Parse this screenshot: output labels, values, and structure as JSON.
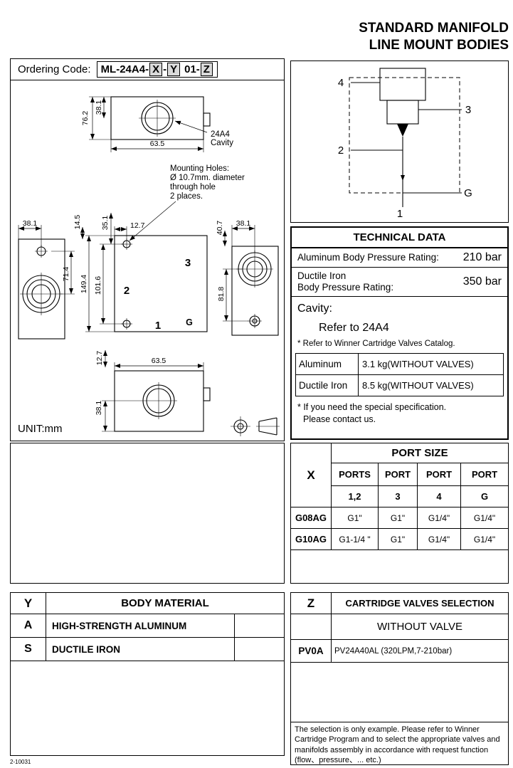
{
  "page": {
    "title_line1": "STANDARD MANIFOLD",
    "title_line2": "LINE MOUNT BODIES",
    "unit": "UNIT:mm",
    "footer": "2-10031"
  },
  "ordering": {
    "label": "Ordering Code:",
    "prefix": "ML-24A4-",
    "x": "X",
    "dash1": "-",
    "y": "Y",
    "mid": "01-",
    "z": "Z"
  },
  "drawing": {
    "cavity_line1": "24A4",
    "cavity_line2": "Cavity",
    "mounting_note": [
      "Mounting Holes:",
      "Ø 10.7mm. diameter",
      "through hole",
      "2 places."
    ],
    "dims": {
      "top_height": "76.2",
      "top_center": "38.1",
      "top_width": "63.5",
      "left_width": "38.1",
      "front_hole_top": "14.5",
      "front_hole_side": "35.1",
      "front_hole_x": "12.7",
      "right_offset": "40.7",
      "right_width": "38.1",
      "left_center": "71.4",
      "front_height": "149.4",
      "front_center": "101.6",
      "right_center": "81.8",
      "bottom_hole": "12.7",
      "bottom_width": "63.5",
      "bottom_center": "38.1"
    },
    "ports": {
      "p1": "1",
      "p2": "2",
      "p3": "3",
      "pg": "G"
    }
  },
  "schematic": {
    "ports": {
      "p4": "4",
      "p3": "3",
      "p2": "2",
      "pg": "G",
      "p1": "1"
    }
  },
  "technical": {
    "header": "TECHNICAL DATA",
    "row1_label": "Aluminum Body Pressure Rating:",
    "row1_value": "210 bar",
    "row2_label_line1": "Ductile Iron",
    "row2_label_line2": "Body Pressure Rating:",
    "row2_value": "350 bar",
    "cavity_label": "Cavity:",
    "cavity_value": "Refer to 24A4",
    "cavity_note": "* Refer to Winner Cartridge Valves Catalog.",
    "weights": [
      {
        "material": "Aluminum",
        "value": "3.1 kg(WITHOUT VALVES)"
      },
      {
        "material": "Ductile Iron",
        "value": "8.5 kg(WITHOUT VALVES)"
      }
    ],
    "footnote_line1": "* If you need the special specification.",
    "footnote_line2": "Please contact us."
  },
  "port_size": {
    "x_key": "X",
    "title": "PORT SIZE",
    "header_top": [
      "PORTS",
      "PORT",
      "PORT",
      "PORT"
    ],
    "header_bottom": [
      "1,2",
      "3",
      "4",
      "G"
    ],
    "rows": [
      {
        "code": "G08AG",
        "v1": "G1\"",
        "v2": "G1\"",
        "v3": "G1/4\"",
        "v4": "G1/4\""
      },
      {
        "code": "G10AG",
        "v1": "G1-1/4 \"",
        "v2": "G1\"",
        "v3": "G1/4\"",
        "v4": "G1/4\""
      }
    ]
  },
  "body_material": {
    "key": "Y",
    "title": "BODY MATERIAL",
    "rows": [
      {
        "code": "A",
        "label": "HIGH-STRENGTH ALUMINUM"
      },
      {
        "code": "S",
        "label": "DUCTILE IRON"
      }
    ]
  },
  "cartridge": {
    "key": "Z",
    "title": "CARTRIDGE VALVES SELECTION",
    "row1_label": "WITHOUT VALVE",
    "row2_code": "PV0A",
    "row2_label": "PV24A40AL (320LPM,7-210bar)",
    "note": "The selection is only example. Please refer to Winner Cartridge Program and to select the appropriate valves and manifolds assembly in accordance with request function (flow、pressure、... etc.)"
  }
}
